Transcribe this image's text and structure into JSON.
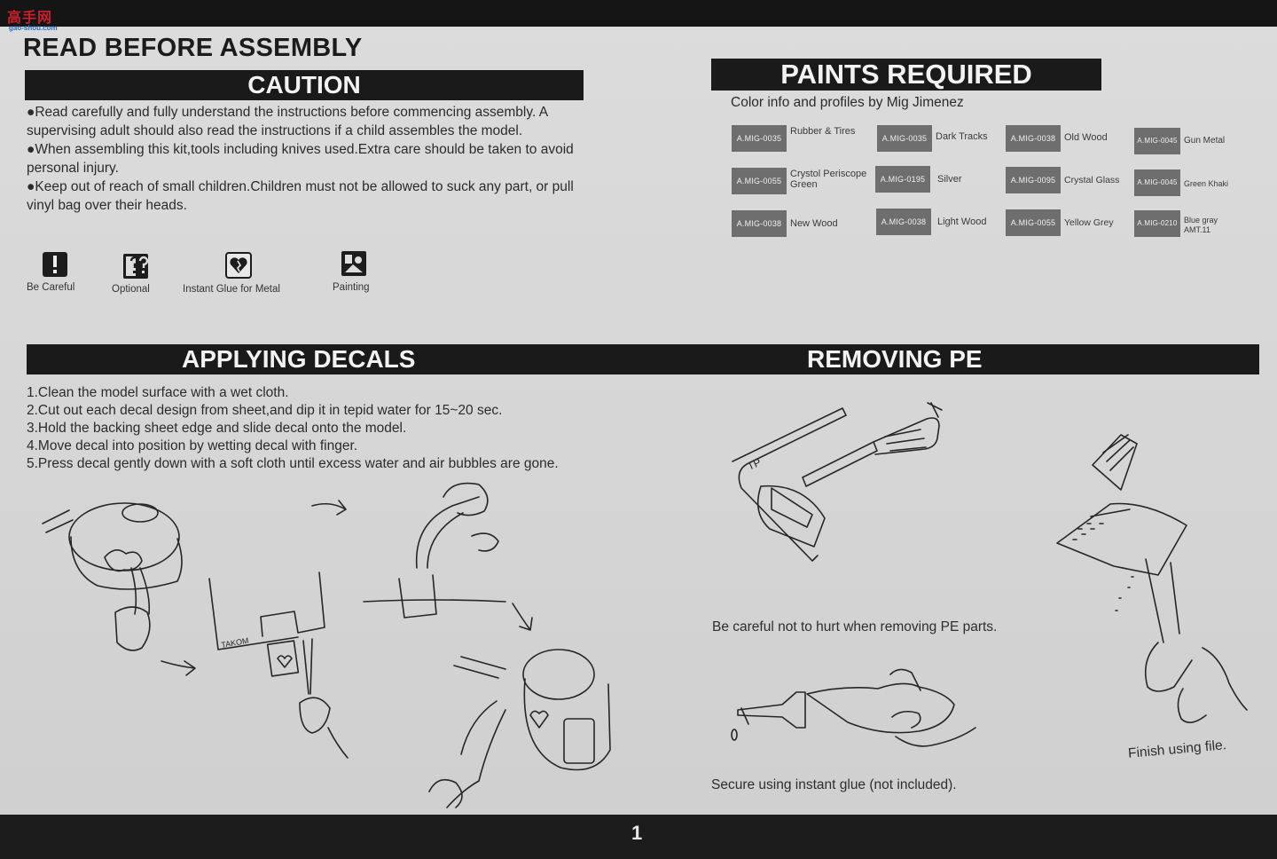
{
  "watermark": {
    "logo": "高手网",
    "url": "gao-shou.com"
  },
  "page_heading": "READ BEFORE ASSEMBLY",
  "caution": {
    "title": "CAUTION",
    "paragraphs": [
      "●Read carefully and fully understand the instructions before commencing assembly. A supervising adult should also read the instructions if a child assembles the model.",
      "●When assembling this kit,tools including knives used.Extra care should be taken to avoid personal injury.",
      "●Keep out of reach of small children.Children must not be allowed to suck any part, or pull vinyl bag over their heads."
    ]
  },
  "icons": [
    {
      "name": "exclamation-icon",
      "label": "Be Careful"
    },
    {
      "name": "optional-icon",
      "label": "Optional"
    },
    {
      "name": "glue-heart-icon",
      "label": "Instant Glue for Metal"
    },
    {
      "name": "painting-icon",
      "label": "Painting"
    }
  ],
  "paints": {
    "title": "PAINTS REQUIRED",
    "subtitle": "Color info and profiles by Mig Jimenez",
    "items": [
      {
        "code": "A.MIG-0035",
        "name": "Rubber & Tires"
      },
      {
        "code": "A.MIG-0035",
        "name": "Dark Tracks"
      },
      {
        "code": "A.MIG-0038",
        "name": "Old Wood"
      },
      {
        "code": "A.MIG-0045",
        "name": "Gun Metal"
      },
      {
        "code": "A.MIG-0055",
        "name": "Crystol Periscope Green"
      },
      {
        "code": "A.MIG-0195",
        "name": "Silver"
      },
      {
        "code": "A.MIG-0095",
        "name": "Crystal Glass"
      },
      {
        "code": "A.MIG-0045",
        "name": "Green Khaki"
      },
      {
        "code": "A.MIG-0038",
        "name": "New Wood"
      },
      {
        "code": "A.MIG-0038",
        "name": "Light Wood"
      },
      {
        "code": "A.MIG-0055",
        "name": "Yellow Grey"
      },
      {
        "code": "A.MIG-0210",
        "name": "Blue gray AMT.11"
      }
    ]
  },
  "decals": {
    "title": "APPLYING DECALS",
    "steps": [
      "1.Clean the model surface with a wet cloth.",
      "2.Cut out each decal design from sheet,and dip it in tepid water for 15~20 sec.",
      "3.Hold the backing sheet edge and slide decal onto the model.",
      "4.Move decal into position by wetting decal with finger.",
      "5.Press decal gently down with a soft cloth until excess water and air bubbles are gone."
    ],
    "sheet_label": "TAKOM"
  },
  "pe": {
    "title": "REMOVING PE",
    "part_label": "TP",
    "caption_careful": "Be careful not to hurt when removing PE parts.",
    "caption_glue": "Secure using instant glue (not included).",
    "caption_file": "Finish using file."
  },
  "page_number": "1"
}
